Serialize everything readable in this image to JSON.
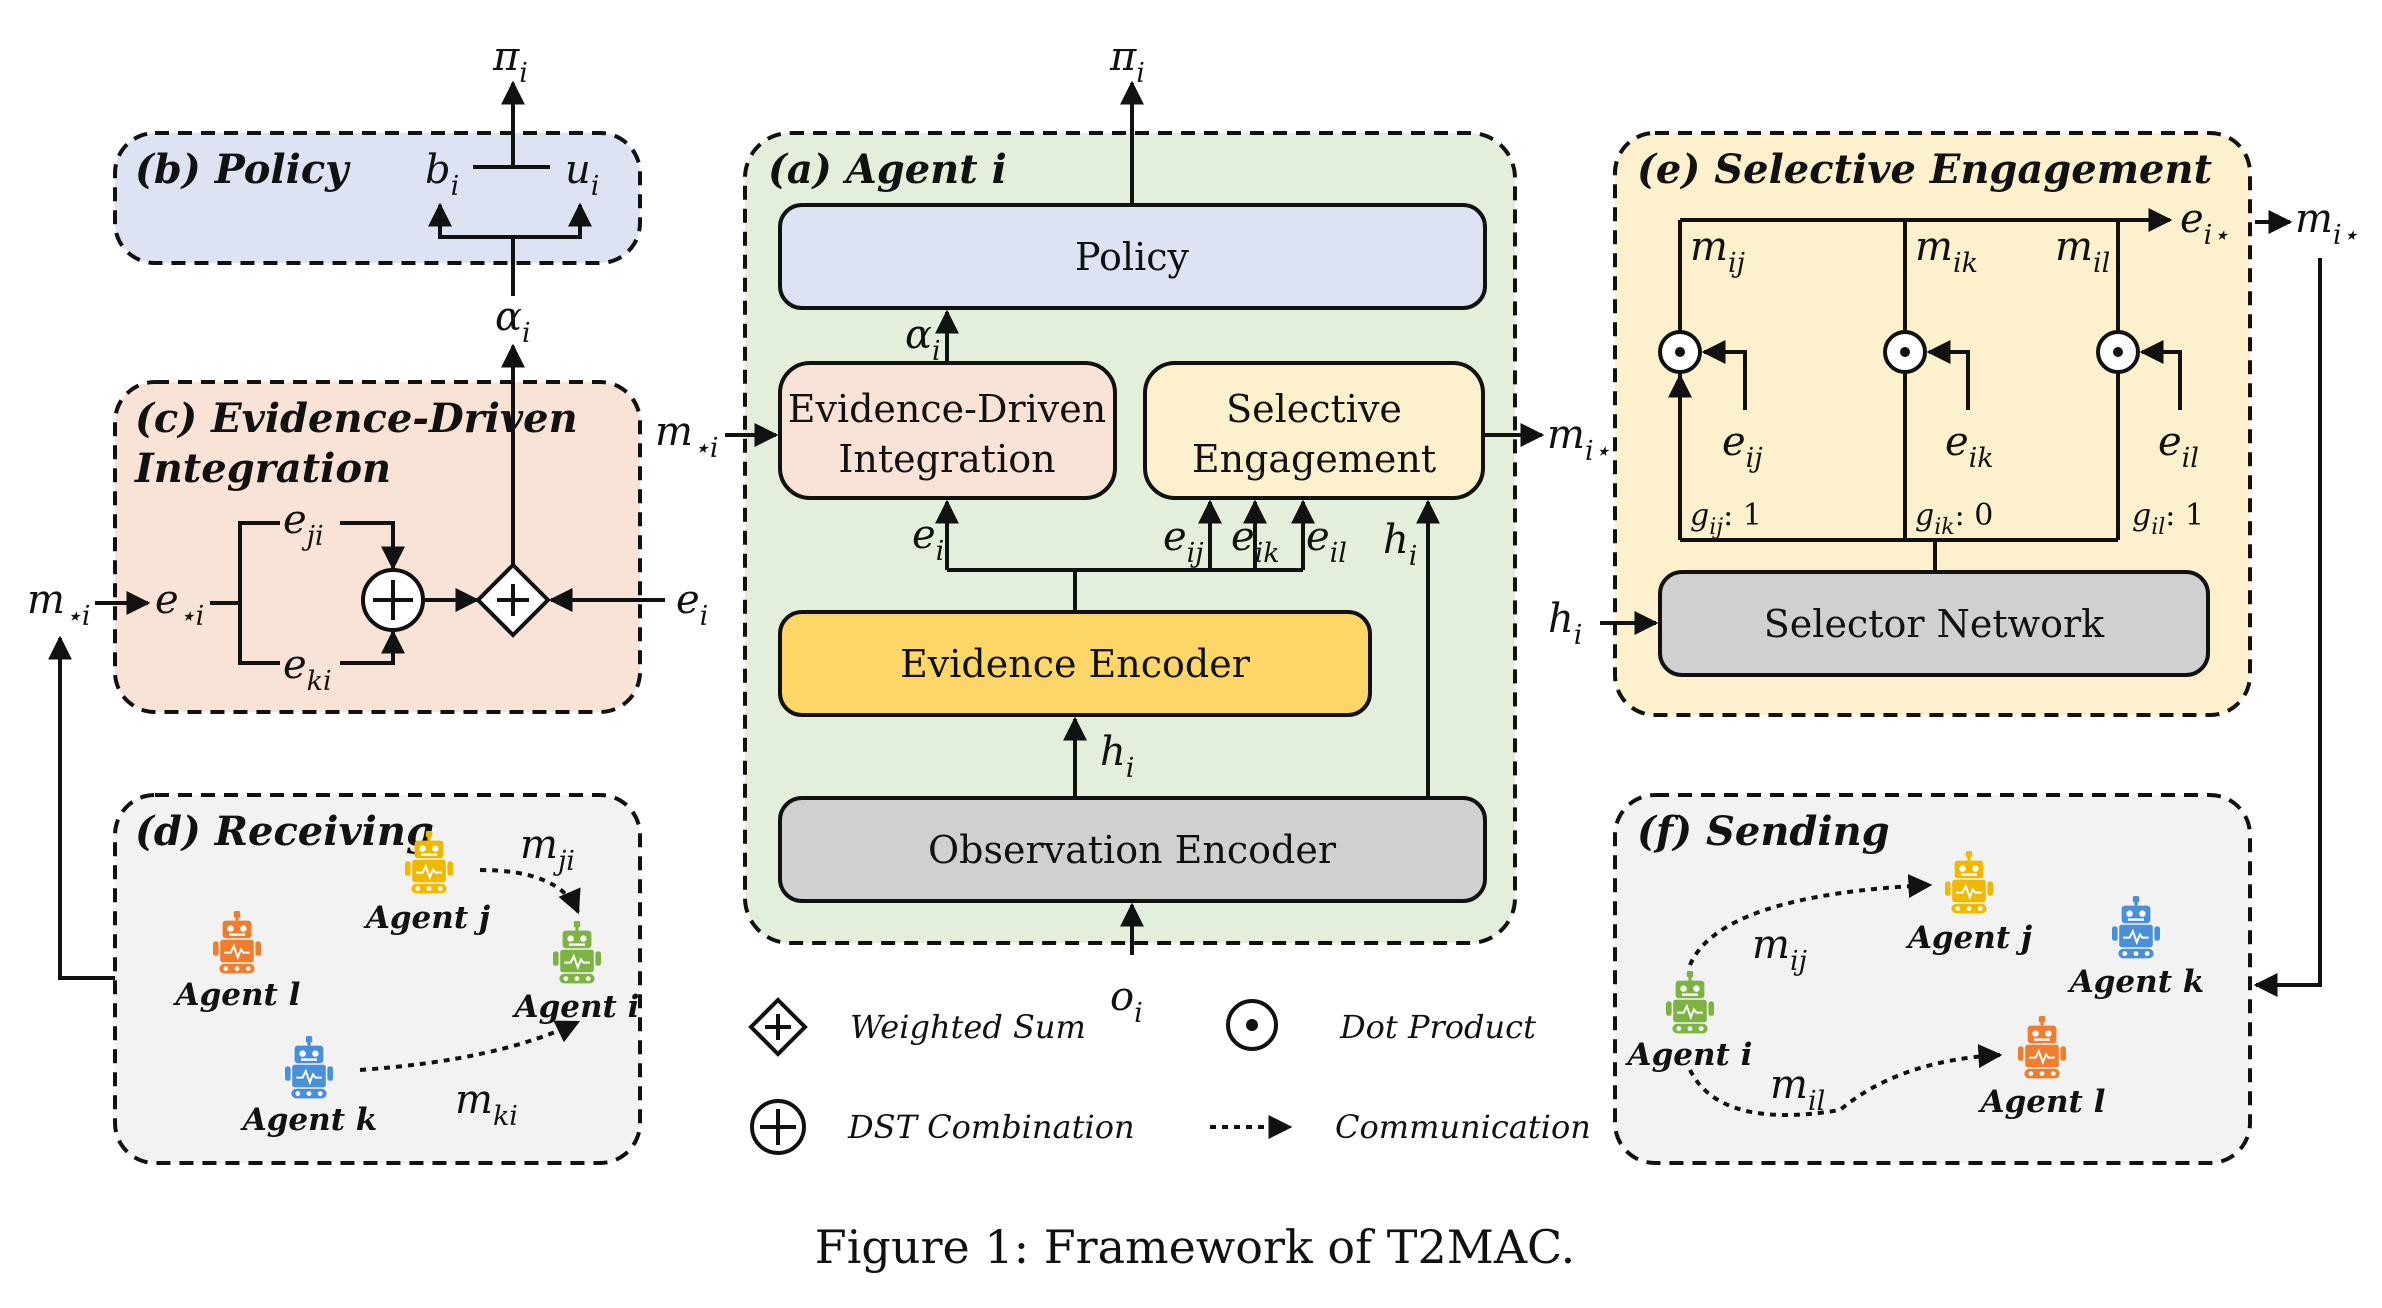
{
  "caption": "Figure 1: Framework of T2MAC.",
  "panels": {
    "policy": "(b) Policy",
    "evidence": [
      "(c) Evidence-Driven",
      "Integration"
    ],
    "receiving": "(d) Receiving",
    "agent": "(a) Agent i",
    "selective": "(e) Selective Engagement",
    "sending": "(f) Sending"
  },
  "boxes": {
    "policy": "Policy",
    "edi": [
      "Evidence-Driven",
      "Integration"
    ],
    "se": [
      "Selective",
      "Engagement"
    ],
    "evidence_encoder": "Evidence Encoder",
    "observation_encoder": "Observation Encoder",
    "selector_network": "Selector Network"
  },
  "symbols": {
    "pi": "π",
    "alpha": "α",
    "b": "b",
    "u": "u",
    "m": "m",
    "e": "e",
    "h": "h",
    "o": "o",
    "g": "g",
    "i": "i",
    "ji": "ji",
    "ki": "ki",
    "ij": "ij",
    "ik": "ik",
    "il": "il",
    "star_i": "⋆i",
    "i_star": "i⋆",
    "g_ij": ": 1",
    "g_ik": ": 0",
    "g_il": ": 1"
  },
  "legend": {
    "weighted_sum": "Weighted Sum",
    "dot_product": "Dot Product",
    "dst_combination": "DST Combination",
    "communication": "Communication"
  },
  "agents": {
    "j": "Agent j",
    "l": "Agent l",
    "i": "Agent i",
    "k": "Agent k"
  },
  "colors": {
    "policy_panel": "#dde3f3",
    "evidence_panel": "#f9e2d6",
    "receiving_panel": "#f2f2f2",
    "agent_panel": "#e3efda",
    "selective_panel": "#fdf0cc",
    "evidence_encoder": "#fcd666",
    "observation_encoder": "#d0d0d0",
    "agent_yellow": "#f1b800",
    "agent_orange": "#f07c2e",
    "agent_green": "#7cb342",
    "agent_blue": "#4a90d9"
  }
}
